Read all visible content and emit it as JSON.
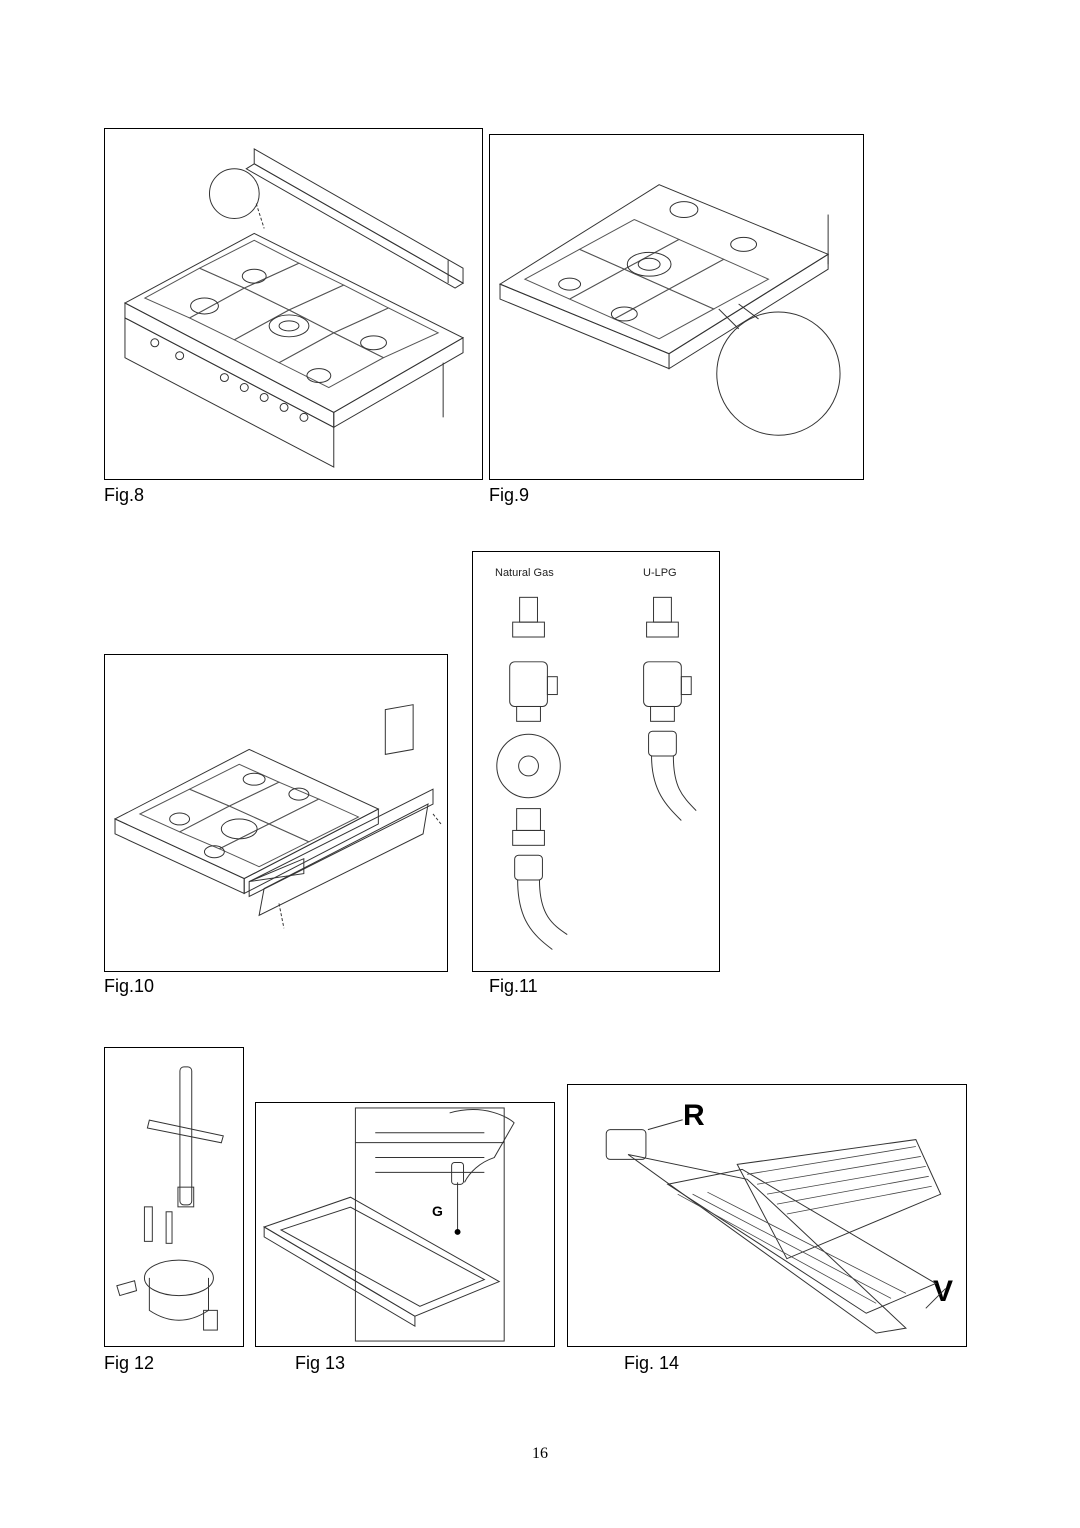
{
  "figures": {
    "fig8": {
      "caption": "Fig.8"
    },
    "fig9": {
      "caption": "Fig.9"
    },
    "fig10": {
      "caption": "Fig.10"
    },
    "fig11": {
      "caption": "Fig.11",
      "label_left": "Natural Gas",
      "label_right": "U-LPG"
    },
    "fig12": {
      "caption": "Fig 12"
    },
    "fig13": {
      "caption": "Fig 13",
      "label_g": "G"
    },
    "fig14": {
      "caption": "Fig. 14",
      "label_r": "R",
      "label_v": "V"
    }
  },
  "page_number": "16"
}
